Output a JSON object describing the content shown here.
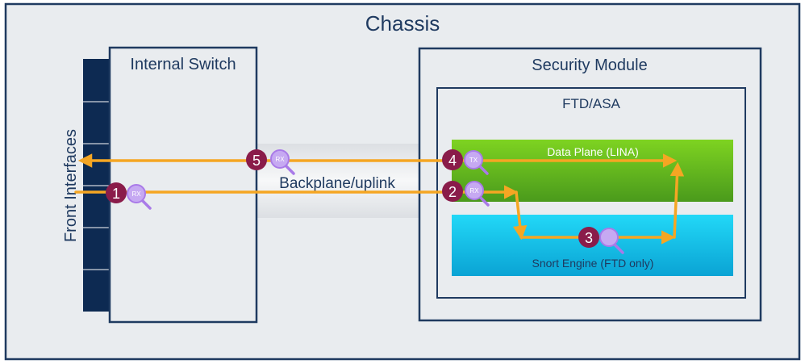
{
  "chassis": {
    "title": "Chassis"
  },
  "internal_switch": {
    "title": "Internal Switch"
  },
  "front_interfaces": {
    "label": "Front Interfaces"
  },
  "backplane": {
    "label": "Backplane/uplink"
  },
  "security_module": {
    "title": "Security Module"
  },
  "ftd_asa": {
    "title": "FTD/ASA"
  },
  "data_plane": {
    "label": "Data Plane (LINA)"
  },
  "snort_engine": {
    "label": "Snort Engine (FTD only)"
  },
  "capture_points": [
    {
      "number": "1",
      "tag": "RX"
    },
    {
      "number": "2",
      "tag": "RX"
    },
    {
      "number": "3",
      "tag": ""
    },
    {
      "number": "4",
      "tag": "TX"
    },
    {
      "number": "5",
      "tag": "RX"
    }
  ],
  "colors": {
    "navy": "#1f3a60",
    "chassis_bg": "#e9ecef",
    "arrow": "#f5a623",
    "badge": "#8a1c4a",
    "magnifier": "#a97ae8",
    "data_plane_top": "#7ed321",
    "data_plane_bottom": "#4a9a1c",
    "snort_top": "#1ed6f5",
    "snort_bottom": "#0aa6d6"
  }
}
